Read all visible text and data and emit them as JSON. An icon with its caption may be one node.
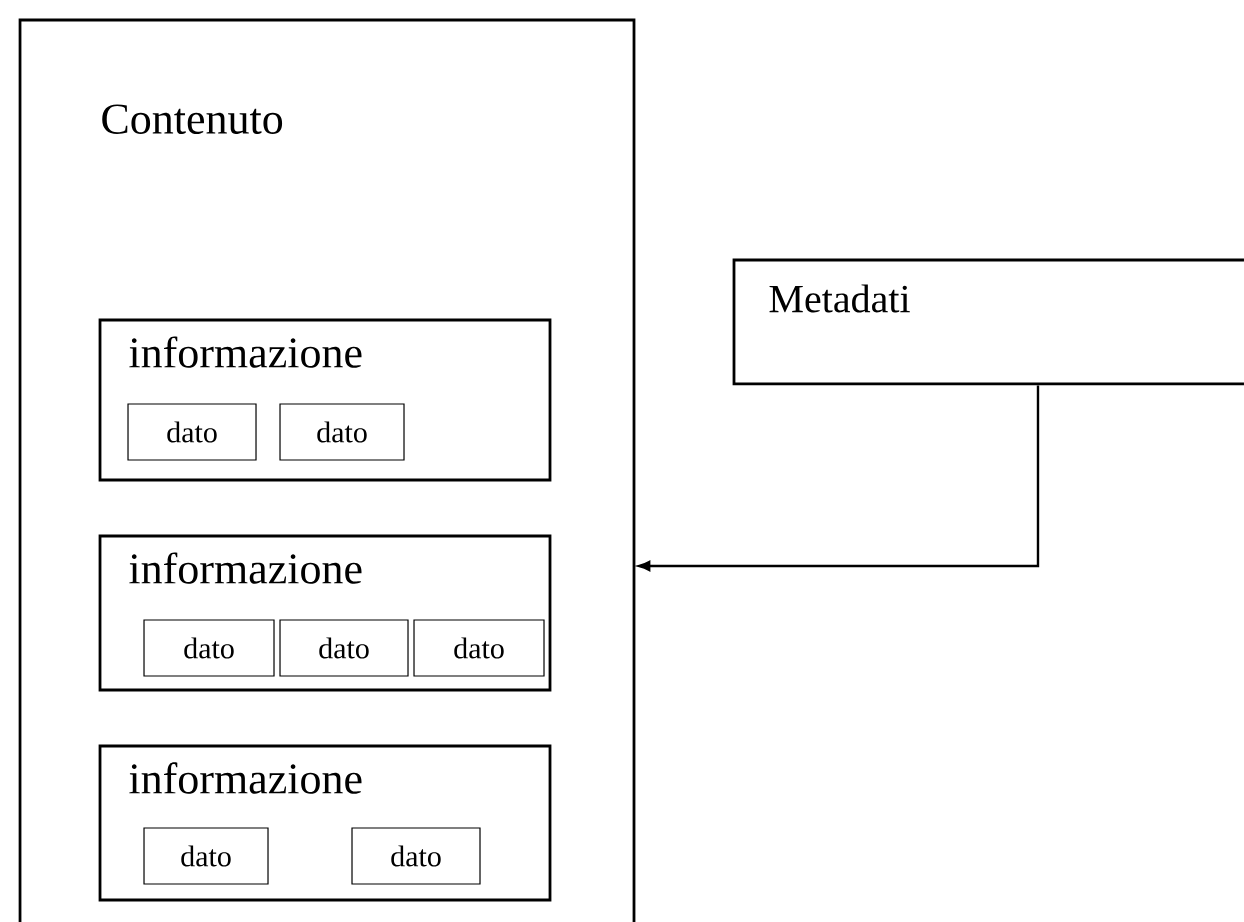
{
  "diagram": {
    "nodes": [
      {
        "text": [
          "Contenuto"
        ]
      },
      {
        "text": [
          "Metadati"
        ]
      },
      {
        "text": [
          "informazione"
        ],
        "in": 0
      },
      {
        "text": [
          "dato"
        ],
        "in": 2
      },
      {
        "text": [
          "dato"
        ],
        "in": 2
      },
      {
        "text": [
          "informazione"
        ],
        "in": 0
      },
      {
        "text": [
          "dato"
        ],
        "in": 5
      },
      {
        "text": [
          "dato"
        ],
        "in": 5
      },
      {
        "text": [
          "dato"
        ],
        "in": 5
      },
      {
        "text": [
          "informazione"
        ],
        "in": 0
      },
      {
        "text": [
          "dato"
        ],
        "in": 9
      },
      {
        "text": [
          "dato"
        ],
        "in": 9
      }
    ],
    "edges": [
      {
        "from": 1,
        "to": 0,
        "arrow": "to"
      }
    ]
  }
}
